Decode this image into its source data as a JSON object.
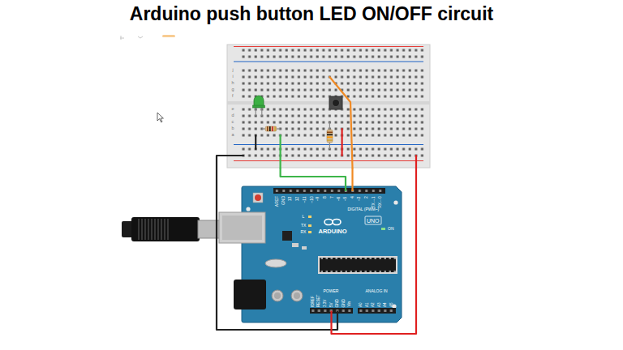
{
  "diagram": {
    "title": "Arduino push button LED ON/OFF circuit",
    "nodes": [
      {
        "text": [
          "j",
          "i",
          "h",
          "g",
          "f",
          "e",
          "d",
          "c",
          "b",
          "a"
        ]
      },
      {
        "text": [
          "AREF",
          "GND",
          "13",
          "12",
          "~11",
          "~10",
          "~9",
          "8",
          "7",
          "~6",
          "~5",
          "4",
          "~3",
          "2",
          "TX→1",
          "RX←0",
          "DIGITAL (PWM~)",
          "L",
          "TX",
          "RX",
          "UNO",
          "ARDUINO",
          "ON",
          "POWER",
          "ANALOG IN",
          "IOREF",
          "RESET",
          "3.3V",
          "5V",
          "GND",
          "GND",
          "Vin",
          "A0",
          "A1",
          "A2",
          "A3",
          "A4",
          "A5"
        ]
      }
    ],
    "edges": [
      {
        "from": 1,
        "to": 0,
        "arrow": "none"
      },
      {
        "from": 1,
        "to": 0,
        "arrow": "none"
      },
      {
        "from": 1,
        "to": 0,
        "arrow": "none"
      },
      {
        "from": 1,
        "to": 0,
        "arrow": "none"
      }
    ]
  }
}
